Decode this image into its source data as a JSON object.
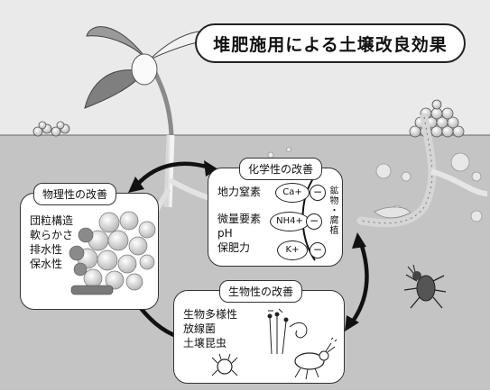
{
  "title": "堆肥施用による土壌改良効果",
  "physical": {
    "title": "物理性の改善",
    "items": [
      "団粒構造",
      "軟らかさ",
      "排水性",
      "保水性"
    ]
  },
  "chemical": {
    "title": "化学性の改善",
    "items": [
      "地力窒素",
      "微量要素",
      "pH",
      "保肥力"
    ],
    "ions": [
      "Ca+",
      "NH4+",
      "K+"
    ],
    "minus": "−",
    "side_label": [
      "鉱",
      "物",
      "・",
      "腐",
      "植"
    ]
  },
  "biological": {
    "title": "生物性の改善",
    "items": [
      "生物多様性",
      "放線菌",
      "土壌昆虫"
    ]
  },
  "colors": {
    "sky": "#e9e9e9",
    "soil": "#c3c3c3",
    "panel_border": "#333333",
    "arrow": "#111111"
  }
}
